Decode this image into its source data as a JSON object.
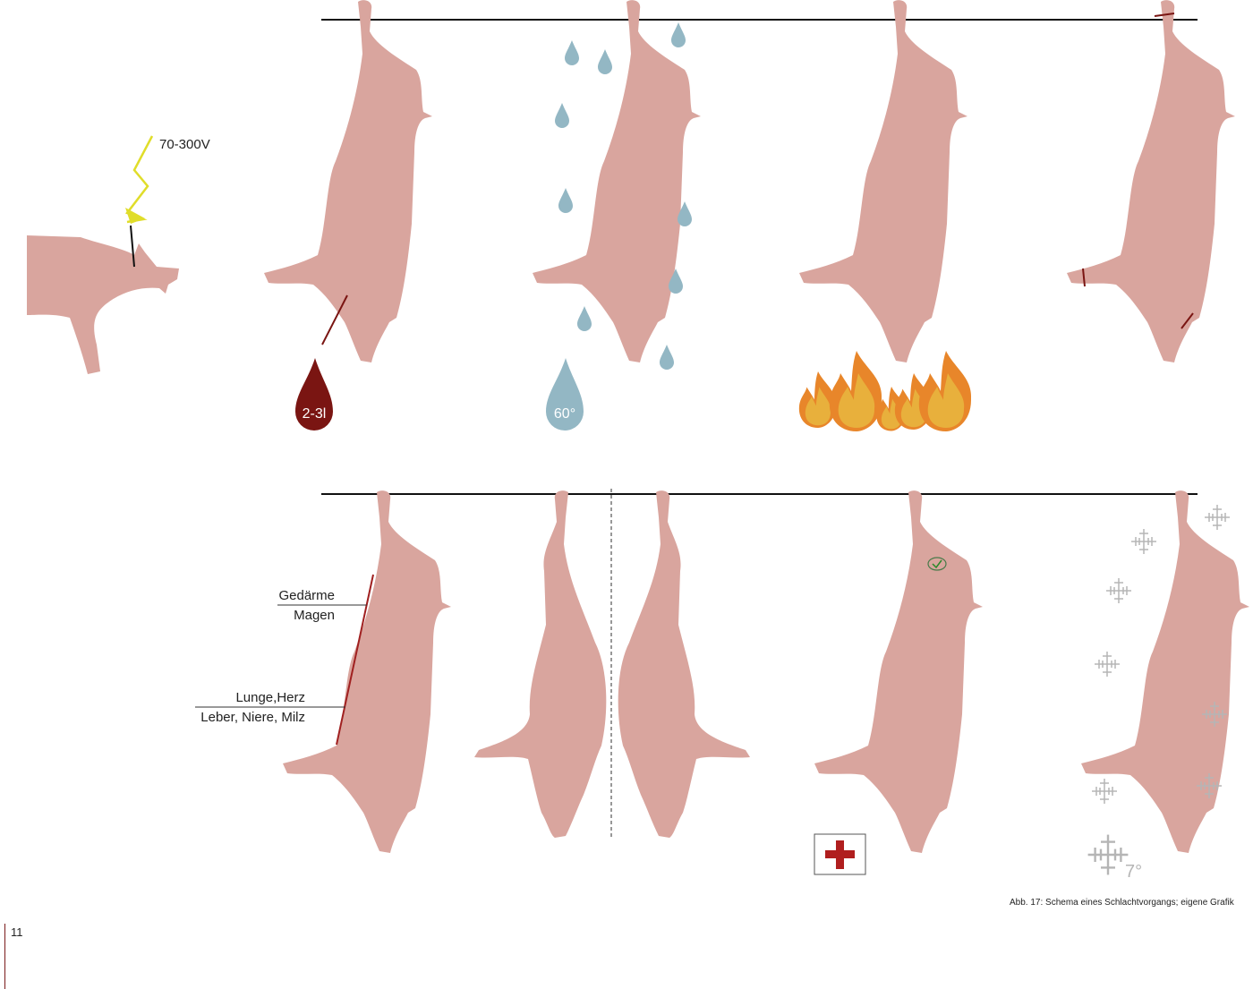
{
  "stun": {
    "voltage": "70-300V"
  },
  "bleeding": {
    "volume": "2-3l"
  },
  "scalding": {
    "temperature": "60°"
  },
  "evisceration": {
    "organs_upper": [
      "Gedärme",
      "Magen"
    ],
    "organs_lower": [
      "Lunge,Herz",
      "Leber, Niere, Milz"
    ]
  },
  "cooling": {
    "temperature": "7°"
  },
  "caption": "Abb. 17: Schema eines Schlachtvorgangs; eigene Grafik",
  "page_number": "11",
  "colors": {
    "pig": "#d9a59e",
    "blood": "#7a1512",
    "water": "#93b7c4",
    "lightning": "#e0dd2a",
    "flame_outer": "#e8862a",
    "flame_inner": "#e8b03c",
    "cross": "#b01e1e",
    "frost": "#b5b5b5"
  }
}
